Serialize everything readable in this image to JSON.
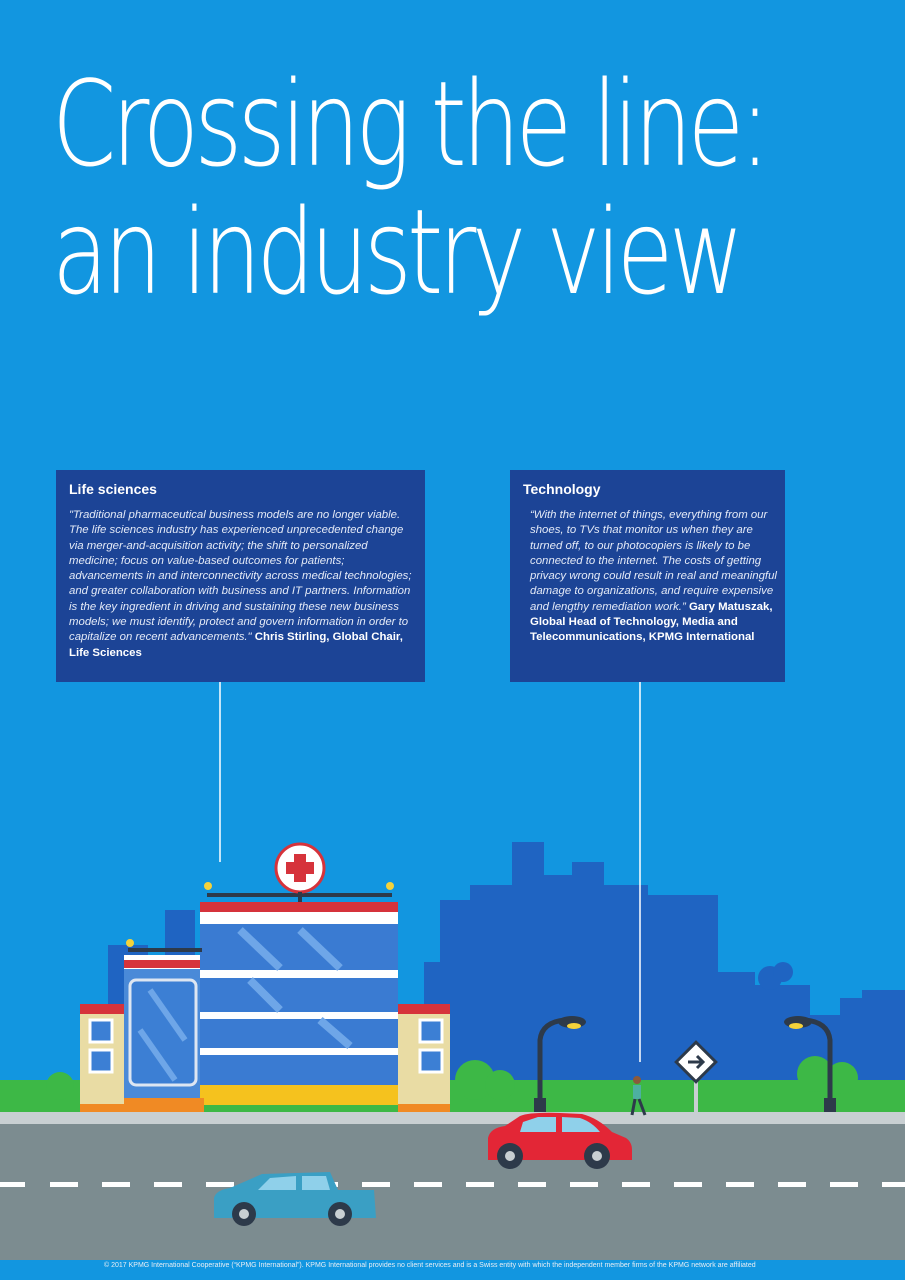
{
  "title": {
    "line1": "Crossing the line:",
    "line2": "an industry view"
  },
  "boxes": {
    "life_sciences": {
      "heading": "Life sciences",
      "quote": "\"Traditional pharmaceutical business models are no longer viable. The life sciences industry has experienced unprecedented change via merger-and-acquisition activity; the shift to personalized medicine; focus on value-based outcomes for patients; advancements in and interconnectivity across medical technologies; and greater collaboration with business and IT partners. Information is the key ingredient in driving and sustaining these new business models; we must identify, protect and govern information in order to capitalize on recent advancements.\"",
      "attribution": "Chris Stirling, Global Chair, Life Sciences"
    },
    "technology": {
      "heading": "Technology",
      "quote": "“With the internet of things, everything from our shoes, to TVs that monitor us when they are turned off, to our photocopiers is likely to be connected to the internet. The costs of getting privacy wrong could result in real and meaningful damage to organizations, and require expensive and lengthy remediation work.”",
      "attribution": "Gary Matuszak, Global Head of Technology, Media and Telecommunications, KPMG International"
    }
  },
  "footer": "© 2017 KPMG International Cooperative (“KPMG International”). KPMG International provides no client services and is a Swiss entity with which the independent member firms of the KPMG network are affiliated",
  "colors": {
    "background": "#1296e0",
    "box": "#1c4496",
    "skyline": "#1f64c2",
    "road": "#7c8c90",
    "grass": "#3db846",
    "red_car": "#e32636",
    "blue_car": "#3a9fc4"
  }
}
